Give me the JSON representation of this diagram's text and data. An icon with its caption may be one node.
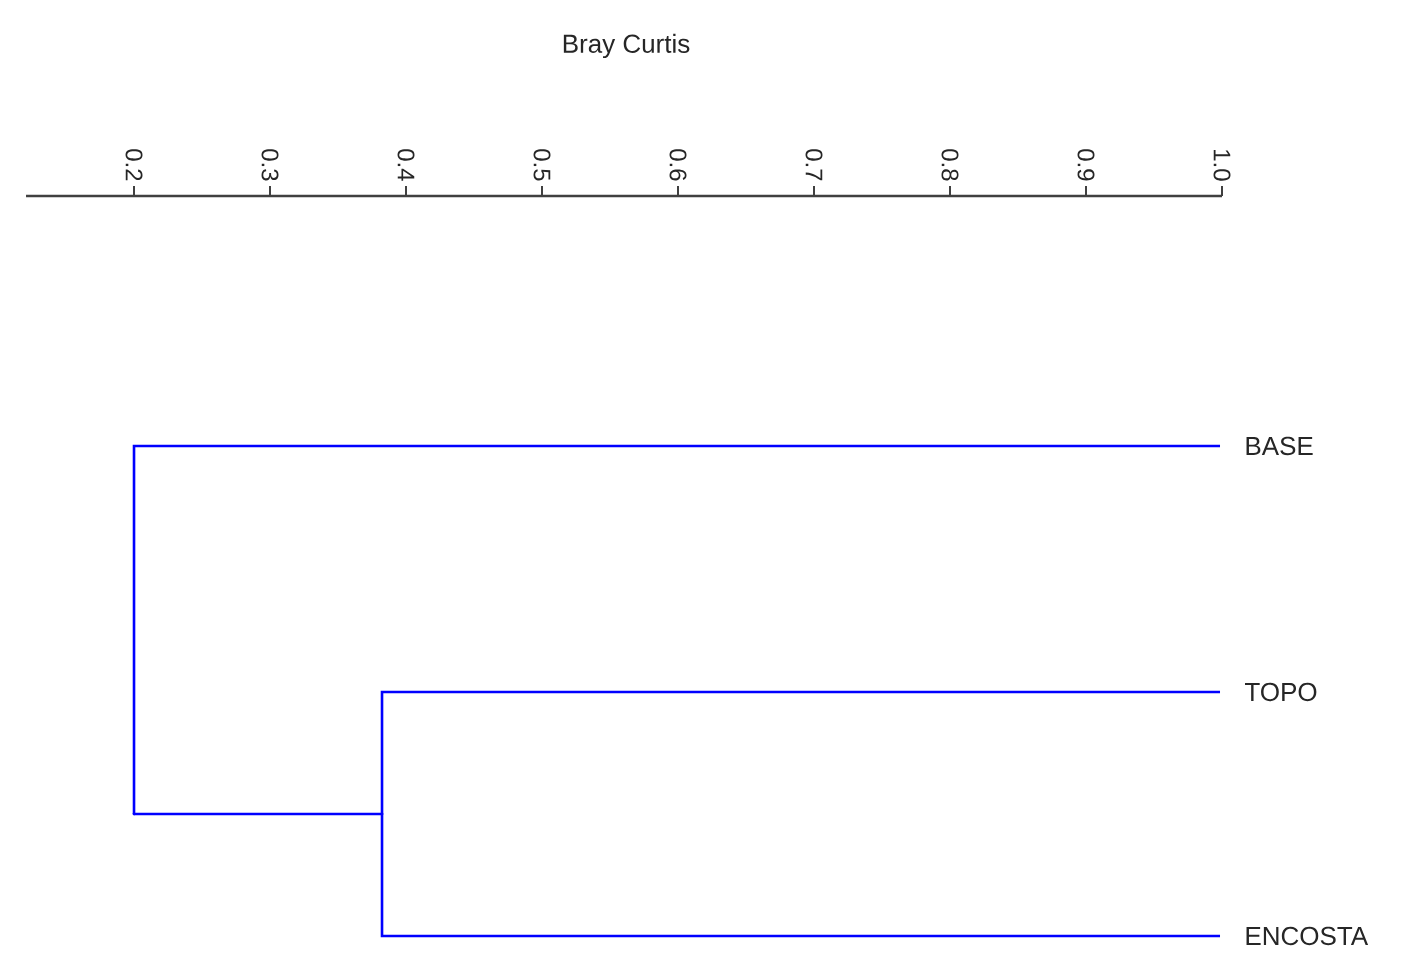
{
  "diagram": {
    "nodes": [
      {
        "text": [
          "BASE"
        ]
      },
      {
        "text": [
          "TOPO"
        ]
      },
      {
        "text": [
          "ENCOSTA"
        ]
      },
      {
        "text": [],
        "shape": "dot"
      },
      {
        "text": [],
        "shape": "dot"
      }
    ],
    "edges": [
      {
        "from": 3,
        "to": 0,
        "arrow": "none"
      },
      {
        "from": 3,
        "to": 4,
        "arrow": "none"
      },
      {
        "from": 4,
        "to": 1,
        "arrow": "none"
      },
      {
        "from": 4,
        "to": 2,
        "arrow": "none"
      }
    ],
    "labels": [
      "Bray Curtis",
      "0.2",
      "0.3",
      "0.4",
      "0.5",
      "0.6",
      "0.7",
      "0.8",
      "0.9",
      "1.0"
    ]
  }
}
